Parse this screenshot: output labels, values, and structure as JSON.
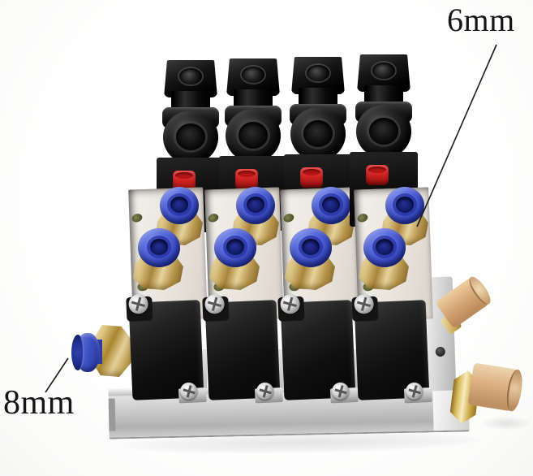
{
  "scene": {
    "description": "Product photo of a pneumatic solenoid valve manifold: four black solenoid valve stations with red manual-override buttons and blue push-in fittings on brass bases, mounted on a silver aluminum rail with two sintered-bronze mufflers on the right and a blue inlet fitting on the left",
    "valve_station_count": 4,
    "outlet_fitting_count": 8,
    "muffler_count": 2
  },
  "annotations": {
    "six_mm": {
      "label": "6mm"
    },
    "eight_mm": {
      "label": "8mm"
    }
  },
  "colors": {
    "background": "#ffffff",
    "annotation_text": "#151515",
    "annotation_line": "#1c1c1c",
    "coil_black": "#111111",
    "override_button_red": "#d32525",
    "fitting_blue": "#4b60d2",
    "fitting_bore_navy": "#131c5e",
    "brass": "#cfae5e",
    "valve_body_cream": "#ece8e0",
    "manifold_silver": "#d0d0d0",
    "muffler_bronze": "#d9ae80"
  }
}
